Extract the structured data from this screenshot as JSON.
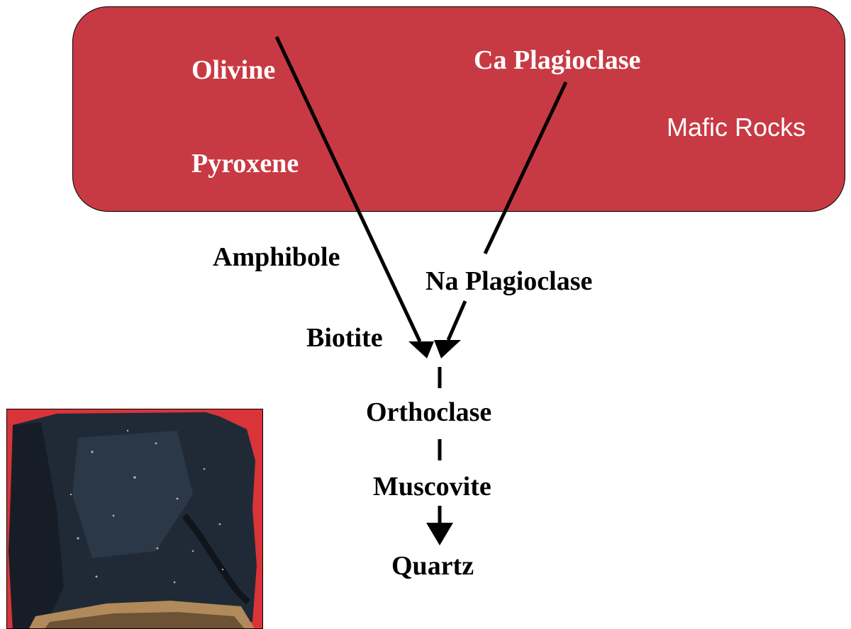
{
  "colors": {
    "mafic_fill": "#c83a43",
    "arrow": "#000000",
    "label_on_red": "#ffffff",
    "label_dark": "#000000",
    "rock_background": "#d8343a",
    "rock_dark": "#1f2a36"
  },
  "mafic_box": {
    "label": "Mafic Rocks"
  },
  "minerals": {
    "olivine": "Olivine",
    "pyroxene": "Pyroxene",
    "ca_plagioclase": "Ca Plagioclase",
    "amphibole": "Amphibole",
    "na_plagioclase": "Na Plagioclase",
    "biotite": "Biotite",
    "orthoclase": "Orthoclase",
    "muscovite": "Muscovite",
    "quartz": "Quartz"
  },
  "photo": {
    "subject": "dark mafic rock sample (basalt)"
  }
}
